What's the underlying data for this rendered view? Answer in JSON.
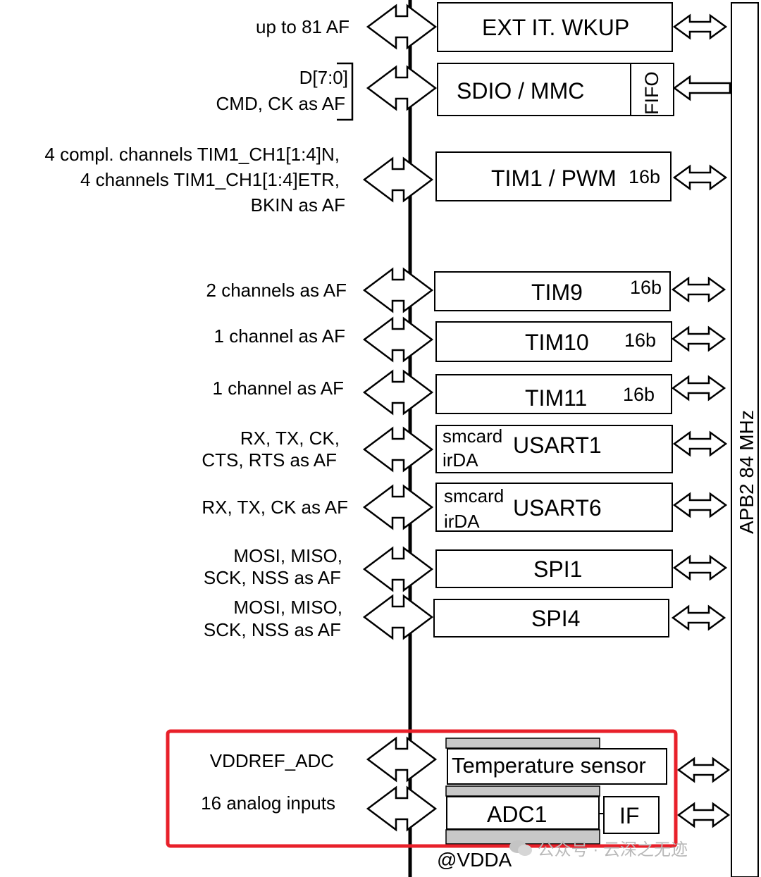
{
  "signals": {
    "ext_it": "up to 81 AF",
    "sdio_1": "D[7:0]",
    "sdio_2": "CMD, CK as AF",
    "tim1_1": "4 compl. channels TIM1_CH1[1:4]N,",
    "tim1_2": "4 channels TIM1_CH1[1:4]ETR,",
    "tim1_3": "BKIN as AF",
    "tim9": "2 channels as AF",
    "tim10": "1 channel as AF",
    "tim11": "1 channel as AF",
    "usart1_1": "RX, TX, CK,",
    "usart1_2": "CTS, RTS as AF",
    "usart6": "RX, TX, CK as AF",
    "spi1_1": "MOSI, MISO,",
    "spi1_2": "SCK, NSS as AF",
    "spi4_1": "MOSI, MISO,",
    "spi4_2": "SCK, NSS as AF",
    "vddref": "VDDREF_ADC",
    "analog": "16 analog inputs"
  },
  "blocks": {
    "ext_it": "EXT IT. WKUP",
    "sdio": "SDIO / MMC",
    "fifo": "FIFO",
    "tim1": "TIM1 / PWM",
    "tim1_bits": "16b",
    "tim9": "TIM9",
    "tim9_bits": "16b",
    "tim10": "TIM10",
    "tim10_bits": "16b",
    "tim11": "TIM11",
    "tim11_bits": "16b",
    "usart1": "USART1",
    "usart6": "USART6",
    "smcard": "smcard",
    "irda": "irDA",
    "spi1": "SPI1",
    "spi4": "SPI4",
    "temp": "Temperature sensor",
    "adc1": "ADC1",
    "if": "IF",
    "vdda": "@VDDA"
  },
  "bus": {
    "label": "APB2 84 MHz"
  },
  "watermark": {
    "text": "公众号 · 云深之无迹"
  },
  "colors": {
    "highlight_box": "#e8202a",
    "block_border": "#000000",
    "shadow_block": "#c8c8c8"
  }
}
